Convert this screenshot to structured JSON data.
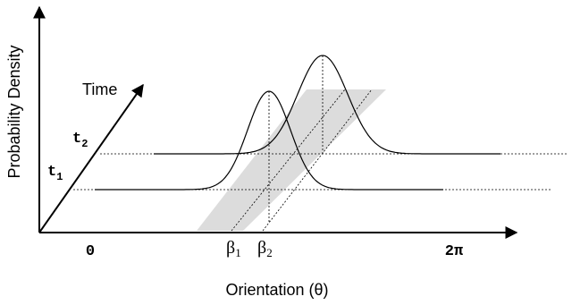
{
  "axes": {
    "y_label": "Probability Density",
    "x_label": "Orientation (θ)",
    "time_label": "Time",
    "x_tick_start": "0",
    "x_tick_end": "2π"
  },
  "time_ticks": [
    {
      "name": "t",
      "sub": "1"
    },
    {
      "name": "t",
      "sub": "2"
    }
  ],
  "beta_ticks": [
    {
      "name": "β",
      "sub": "1"
    },
    {
      "name": "β",
      "sub": "2"
    }
  ],
  "colors": {
    "band": "#dcdcdc",
    "ink": "#000000"
  }
}
